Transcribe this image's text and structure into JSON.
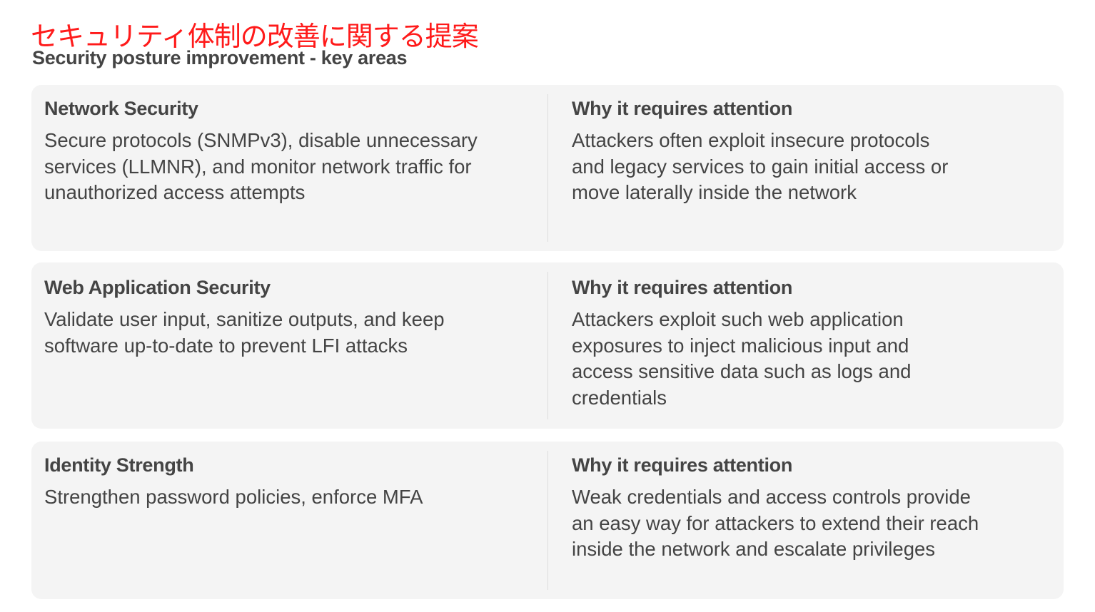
{
  "title": "セキュリティ体制の改善に関する提案",
  "subtitle": "Security posture improvement - key areas",
  "rows": [
    {
      "area": "Network Security",
      "area_lines": [
        "Secure protocols (SNMPv3), disable unnecessary",
        "services (LLMNR), and monitor network traffic for",
        "unauthorized access attempts"
      ],
      "why_heading": "Why it requires attention",
      "why_lines": [
        "Attackers often exploit insecure protocols",
        "and legacy services to gain initial access or",
        "move laterally inside the network"
      ]
    },
    {
      "area": "Web Application Security",
      "area_lines": [
        "Validate user input, sanitize outputs, and keep",
        "software up-to-date to prevent LFI attacks"
      ],
      "why_heading": "Why it requires attention",
      "why_lines": [
        "Attackers exploit such web application",
        "exposures to inject malicious input and",
        "access sensitive data such as logs and",
        "credentials"
      ]
    },
    {
      "area": "Identity Strength",
      "area_lines": [
        "Strengthen password policies, enforce MFA"
      ],
      "why_heading": "Why it requires attention",
      "why_lines": [
        "Weak credentials and access controls provide",
        "an easy way for attackers to extend their reach",
        "inside the network and escalate privileges"
      ]
    }
  ]
}
